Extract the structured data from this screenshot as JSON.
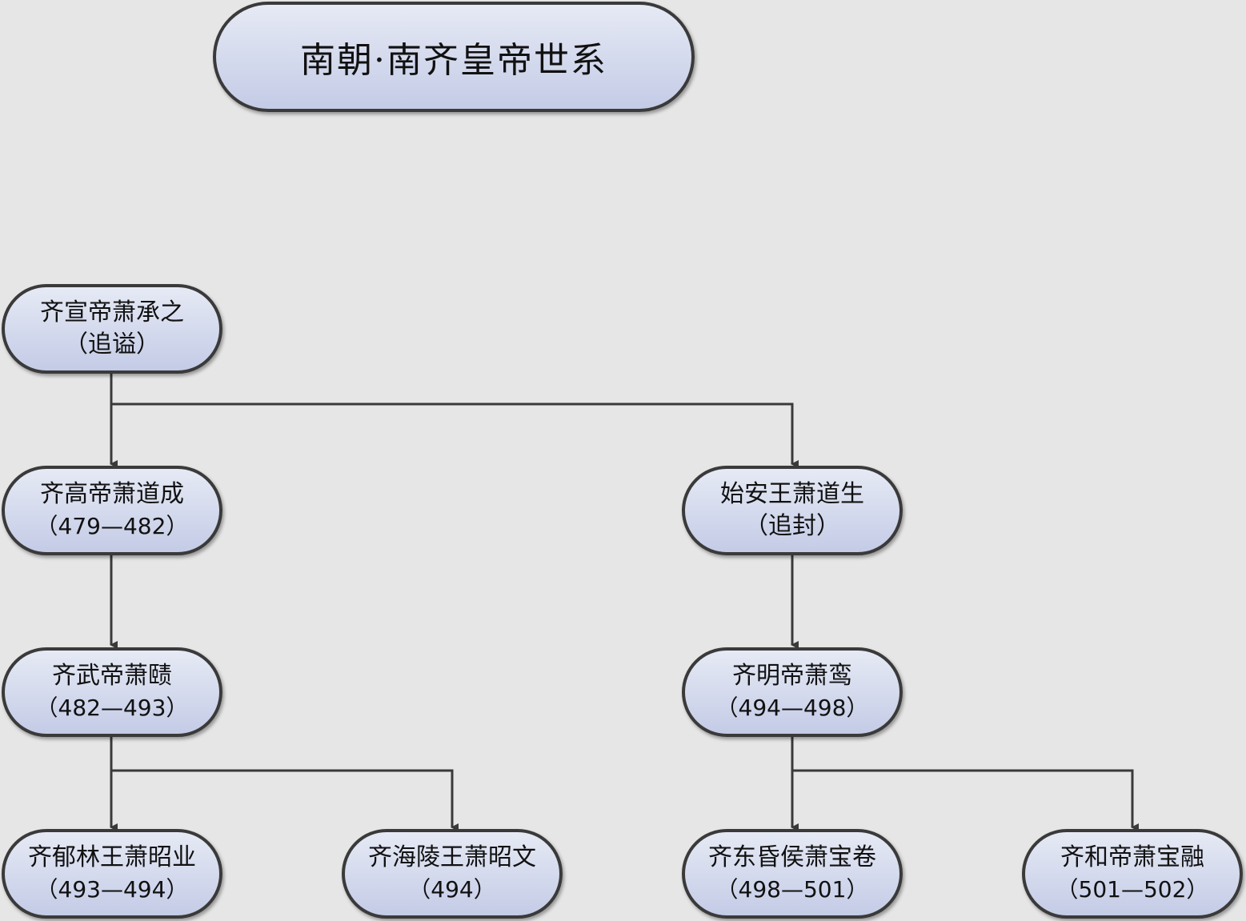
{
  "title": "南朝·南齐皇帝世系",
  "nodes": {
    "xuandi": {
      "name": "齐宣帝萧承之",
      "note": "（追谥）"
    },
    "gaodi": {
      "name": "齐高帝萧道成",
      "note": "（479—482）"
    },
    "shian": {
      "name": "始安王萧道生",
      "note": "（追封）"
    },
    "wudi": {
      "name": "齐武帝萧赜",
      "note": "（482—493）"
    },
    "mingdi": {
      "name": "齐明帝萧鸾",
      "note": "（494—498）"
    },
    "yulin": {
      "name": "齐郁林王萧昭业",
      "note": "（493—494）"
    },
    "hailing": {
      "name": "齐海陵王萧昭文",
      "note": "（494）"
    },
    "donghun": {
      "name": "齐东昏侯萧宝卷",
      "note": "（498—501）"
    },
    "hedi": {
      "name": "齐和帝萧宝融",
      "note": "（501—502）"
    }
  },
  "colors": {
    "background": "#e6e6e6",
    "node_fill_top": "#e6eaf5",
    "node_fill_bottom": "#c4cbe6",
    "border": "#3a3a3a",
    "connector": "#3a3a3a"
  }
}
